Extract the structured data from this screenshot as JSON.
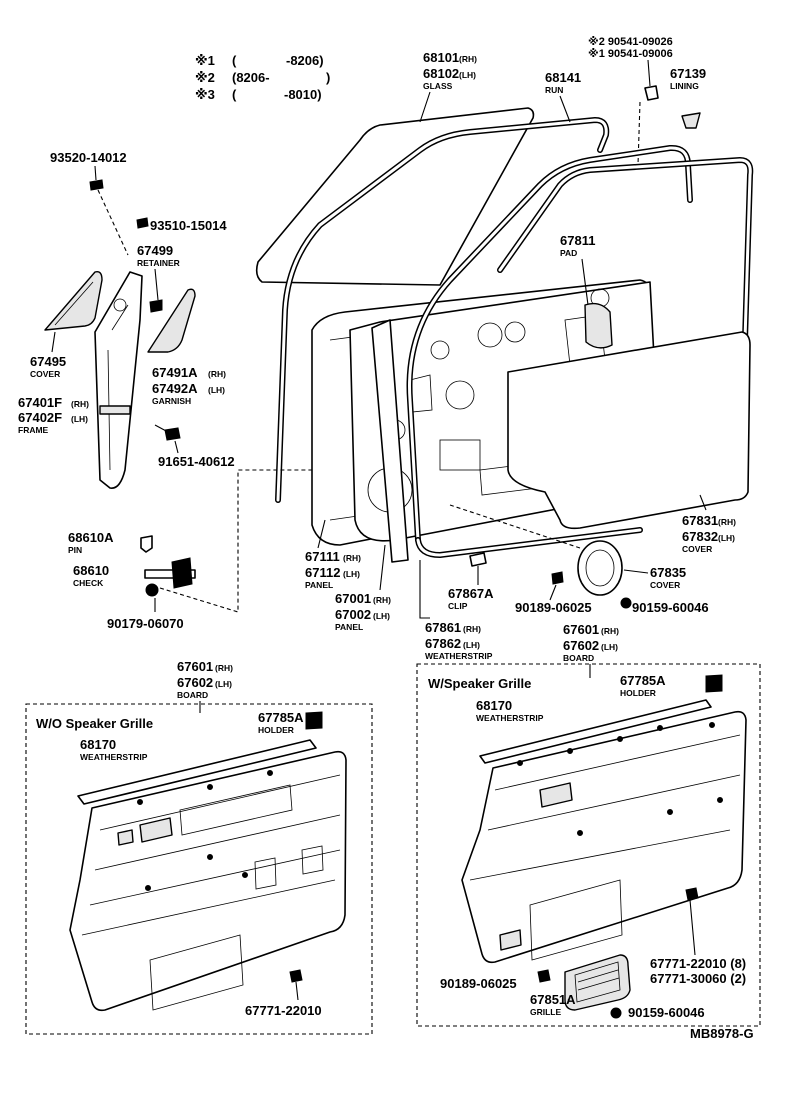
{
  "notes": [
    {
      "mark": "※1",
      "open": "(",
      "range": "-8206)"
    },
    {
      "mark": "※2",
      "open": "(8206-",
      "range": ")"
    },
    {
      "mark": "※3",
      "open": "(",
      "range": "-8010)"
    }
  ],
  "labels": {
    "glass_rh": "68101",
    "glass_lh": "68102",
    "glass_name": "GLASS",
    "run": "68141",
    "run_name": "RUN",
    "clip_a": "※2 90541-09026",
    "clip_b": "※1 90541-09006",
    "lining": "67139",
    "lining_name": "LINING",
    "screw_a": "93520-14012",
    "screw_b": "93510-15014",
    "retainer": "67499",
    "retainer_name": "RETAINER",
    "pad": "67811",
    "pad_name": "PAD",
    "cover_l": "67495",
    "cover_l_name": "COVER",
    "garnish_rh": "67491A",
    "garnish_lh": "67492A",
    "garnish_name": "GARNISH",
    "frame_rh": "67401F",
    "frame_lh": "67402F",
    "frame_name": "FRAME",
    "bolt": "91651-40612",
    "pin": "68610A",
    "pin_name": "PIN",
    "check": "68610",
    "check_name": "CHECK",
    "check_bolt": "90179-06070",
    "inner_panel_rh": "67111",
    "inner_panel_lh": "67112",
    "inner_panel_name": "PANEL",
    "panel_rh": "67001",
    "panel_lh": "67002",
    "panel_name": "PANEL",
    "clip": "67867A",
    "clip_name": "CLIP",
    "ws_rh": "67861",
    "ws_lh": "67862",
    "ws_name": "WEATHERSTRIP",
    "cover_big_rh": "67831",
    "cover_big_lh": "67832",
    "cover_big_name": "COVER",
    "spk_cover": "67835",
    "spk_cover_name": "COVER",
    "nut_a": "90189-06025",
    "nut_b": "90159-60046",
    "board_rh": "67601",
    "board_lh": "67602",
    "board_name": "BOARD",
    "board2_rh": "67601",
    "board2_lh": "67602",
    "board2_name": "BOARD",
    "wo_title": "W/O Speaker Grille",
    "w_title": "W/Speaker Grille",
    "holder_l": "67785A",
    "holder_l_name": "HOLDER",
    "holder_r": "67785A",
    "holder_r_name": "HOLDER",
    "strip_l": "68170",
    "strip_l_name": "WEATHERSTRIP",
    "strip_r": "68170",
    "strip_r_name": "WEATHERSTRIP",
    "fast_l": "67771-22010",
    "fast_r1": "67771-22010 (8)",
    "fast_r2": "67771-30060 (2)",
    "nut_c": "90189-06025",
    "grille": "67851A",
    "grille_name": "GRILLE",
    "nut_d": "90159-60046",
    "figure_id": "MB8978-G",
    "rh_tag": "(RH)",
    "lh_tag": "(LH)"
  }
}
